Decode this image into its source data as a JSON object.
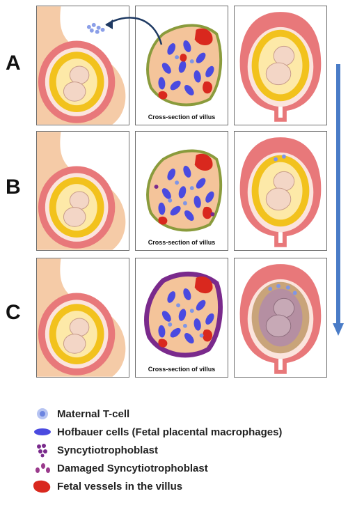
{
  "rows": [
    {
      "label": "A",
      "caption": "Cross-section of villus"
    },
    {
      "label": "B",
      "caption": "Cross-section of villus"
    },
    {
      "label": "C",
      "caption": "Cross-section of villus"
    }
  ],
  "legend": [
    {
      "icon": "maternal-t-cell-icon",
      "label": "Maternal T-cell"
    },
    {
      "icon": "hofbauer-cell-icon",
      "label": "Hofbauer cells (Fetal placental macrophages)"
    },
    {
      "icon": "syncytiotrophoblast-icon",
      "label": "Syncytiotrophoblast"
    },
    {
      "icon": "damaged-syncytiotrophoblast-icon",
      "label": "Damaged Syncytiotrophoblast"
    },
    {
      "icon": "fetal-vessel-icon",
      "label": "Fetal vessels in the villus"
    }
  ],
  "colors": {
    "uterus": "#e8787a",
    "skin": "#f5cba7",
    "amniotic": "#f2c21d",
    "fetus": "#f3d6c6",
    "villus": "#f4c49a",
    "hofbauer": "#4a4ae0",
    "vessel": "#d9281e",
    "syncytio": "#7a2a8c",
    "tcell": "#7f95e6",
    "arrow": "#4a7cc7"
  }
}
